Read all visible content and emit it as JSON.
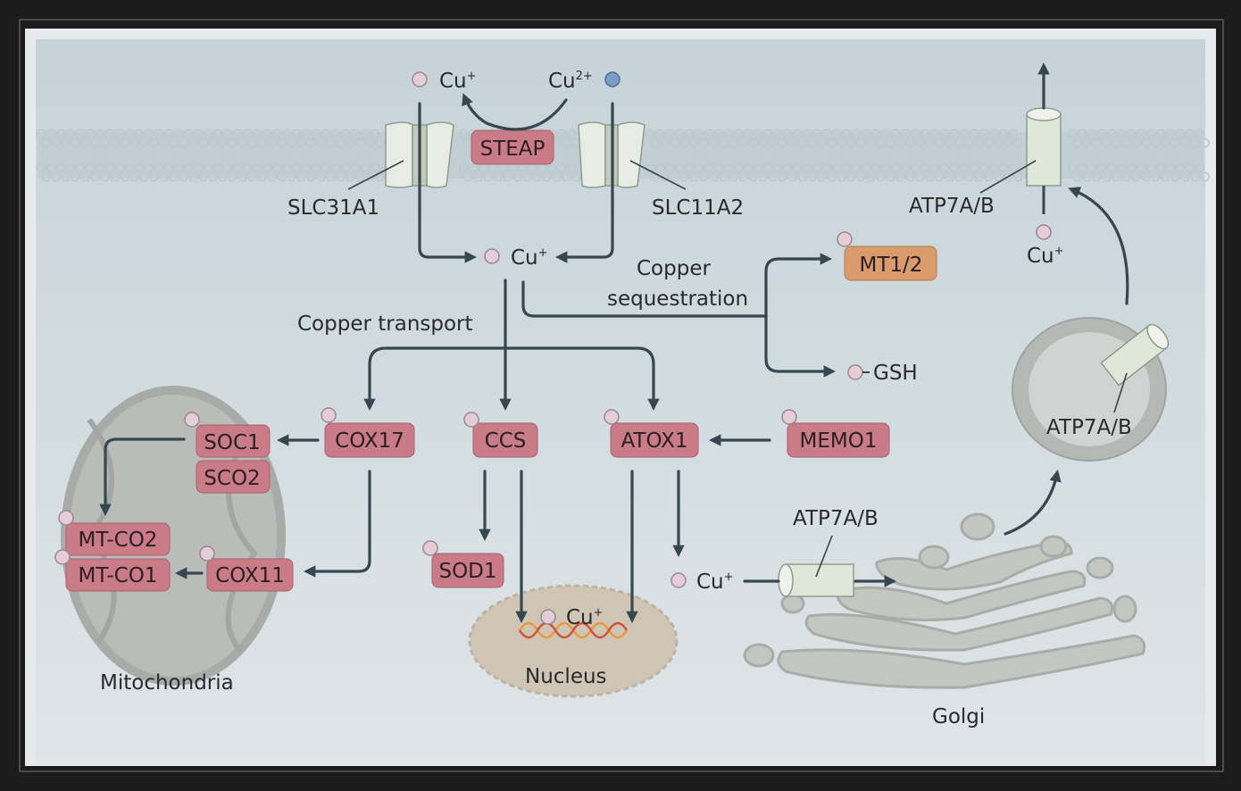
{
  "labels": {
    "cu_plus_top": "Cu",
    "cu2_top": "Cu",
    "steap": "STEAP",
    "slc31a1": "SLC31A1",
    "slc11a2": "SLC11A2",
    "cu_plus_center": "Cu",
    "copper_sequestration_1": "Copper",
    "copper_sequestration_2": "sequestration",
    "copper_transport": "Copper transport",
    "mt12": "MT1/2",
    "gsh": "GSH",
    "cox17": "COX17",
    "ccs": "CCS",
    "atox1": "ATOX1",
    "memo1": "MEMO1",
    "soc1": "SOC1",
    "sco2": "SCO2",
    "mtco2": "MT-CO2",
    "mtco1": "MT-CO1",
    "cox11": "COX11",
    "sod1": "SOD1",
    "cu_nucleus": "Cu",
    "nucleus": "Nucleus",
    "mitochondria": "Mitochondria",
    "cu_golgi": "Cu",
    "atp7ab_golgi": "ATP7A/B",
    "golgi": "Golgi",
    "atp7ab_vesicle": "ATP7A/B",
    "atp7ab_membrane": "ATP7A/B",
    "cu_membrane_right": "Cu",
    "sup_plus": "+",
    "sup_2plus": "2+"
  },
  "colors": {
    "cytoplasm": "#c9d6db",
    "protein_pink": "#c97b88",
    "protein_orange": "#d99a6c",
    "arrow": "#37474f",
    "ion_cu1": "#e4cdd6",
    "ion_cu2": "#7a9cc9"
  }
}
